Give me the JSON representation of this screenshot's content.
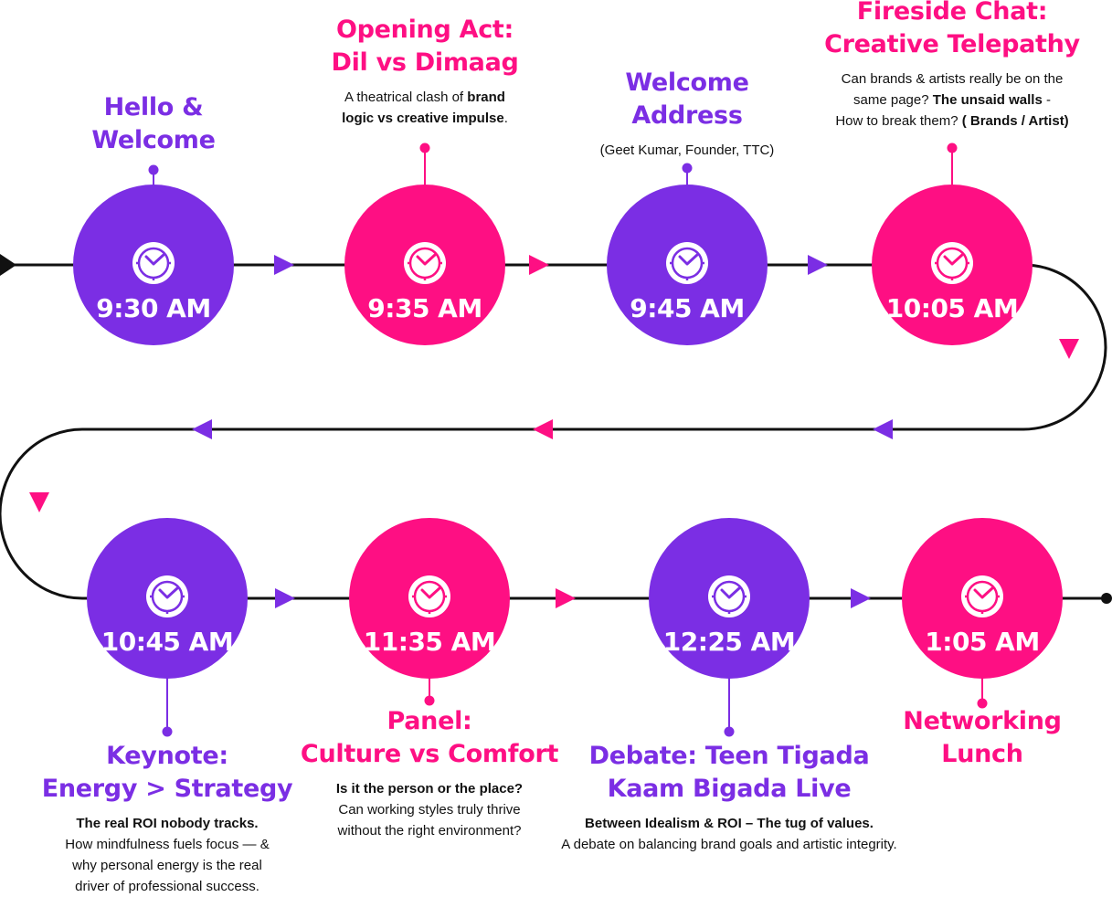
{
  "colors": {
    "purple": "#7b2ee4",
    "pink": "#fe0f83",
    "line": "#111111",
    "text": "#111111",
    "white": "#ffffff"
  },
  "icon": "clock-icon",
  "sessions": [
    {
      "time": "9:30 AM",
      "color": "purple",
      "title": [
        "Hello &",
        "Welcome"
      ],
      "desc": []
    },
    {
      "time": "9:35 AM",
      "color": "pink",
      "title": [
        "Opening Act:",
        "Dil vs Dimaag"
      ],
      "desc": [
        {
          "normal": "A theatrical clash of ",
          "bold": "brand"
        },
        {
          "bold": "logic vs creative impulse",
          "normal": "."
        }
      ]
    },
    {
      "time": "9:45 AM",
      "color": "purple",
      "title": [
        "Welcome",
        "Address"
      ],
      "desc": [
        {
          "normal": "(Geet Kumar, Founder, TTC)"
        }
      ]
    },
    {
      "time": "10:05 AM",
      "color": "pink",
      "title": [
        "Fireside Chat:",
        "Creative Telepathy"
      ],
      "desc": [
        {
          "normal": "Can brands & artists really be on the"
        },
        {
          "normal": "same page? ",
          "bold": "The unsaid walls",
          "normal2": " -"
        },
        {
          "normal": "How to break them? ",
          "bold": "( Brands / Artist)"
        }
      ]
    },
    {
      "time": "10:45 AM",
      "color": "purple",
      "title": [
        "Keynote:",
        "Energy > Strategy"
      ],
      "desc": [
        {
          "bold": "The real ROI nobody tracks."
        },
        {
          "normal": "How mindfulness fuels focus — &"
        },
        {
          "normal": "why personal energy is the real"
        },
        {
          "normal": "driver of professional success."
        }
      ]
    },
    {
      "time": "11:35 AM",
      "color": "pink",
      "title": [
        "Panel:",
        "Culture vs Comfort"
      ],
      "desc": [
        {
          "bold": "Is it the person or the place?"
        },
        {
          "normal": "Can working styles truly thrive"
        },
        {
          "normal": "without the right environment?"
        }
      ]
    },
    {
      "time": "12:25 AM",
      "color": "purple",
      "title": [
        "Debate: Teen Tigada",
        "Kaam Bigada Live"
      ],
      "desc": [
        {
          "bold": "Between Idealism & ROI – The tug of values."
        },
        {
          "normal": "A debate on balancing brand goals and artistic integrity."
        }
      ]
    },
    {
      "time": "1:05 AM",
      "color": "pink",
      "title": [
        "Networking",
        "Lunch"
      ],
      "desc": []
    }
  ]
}
